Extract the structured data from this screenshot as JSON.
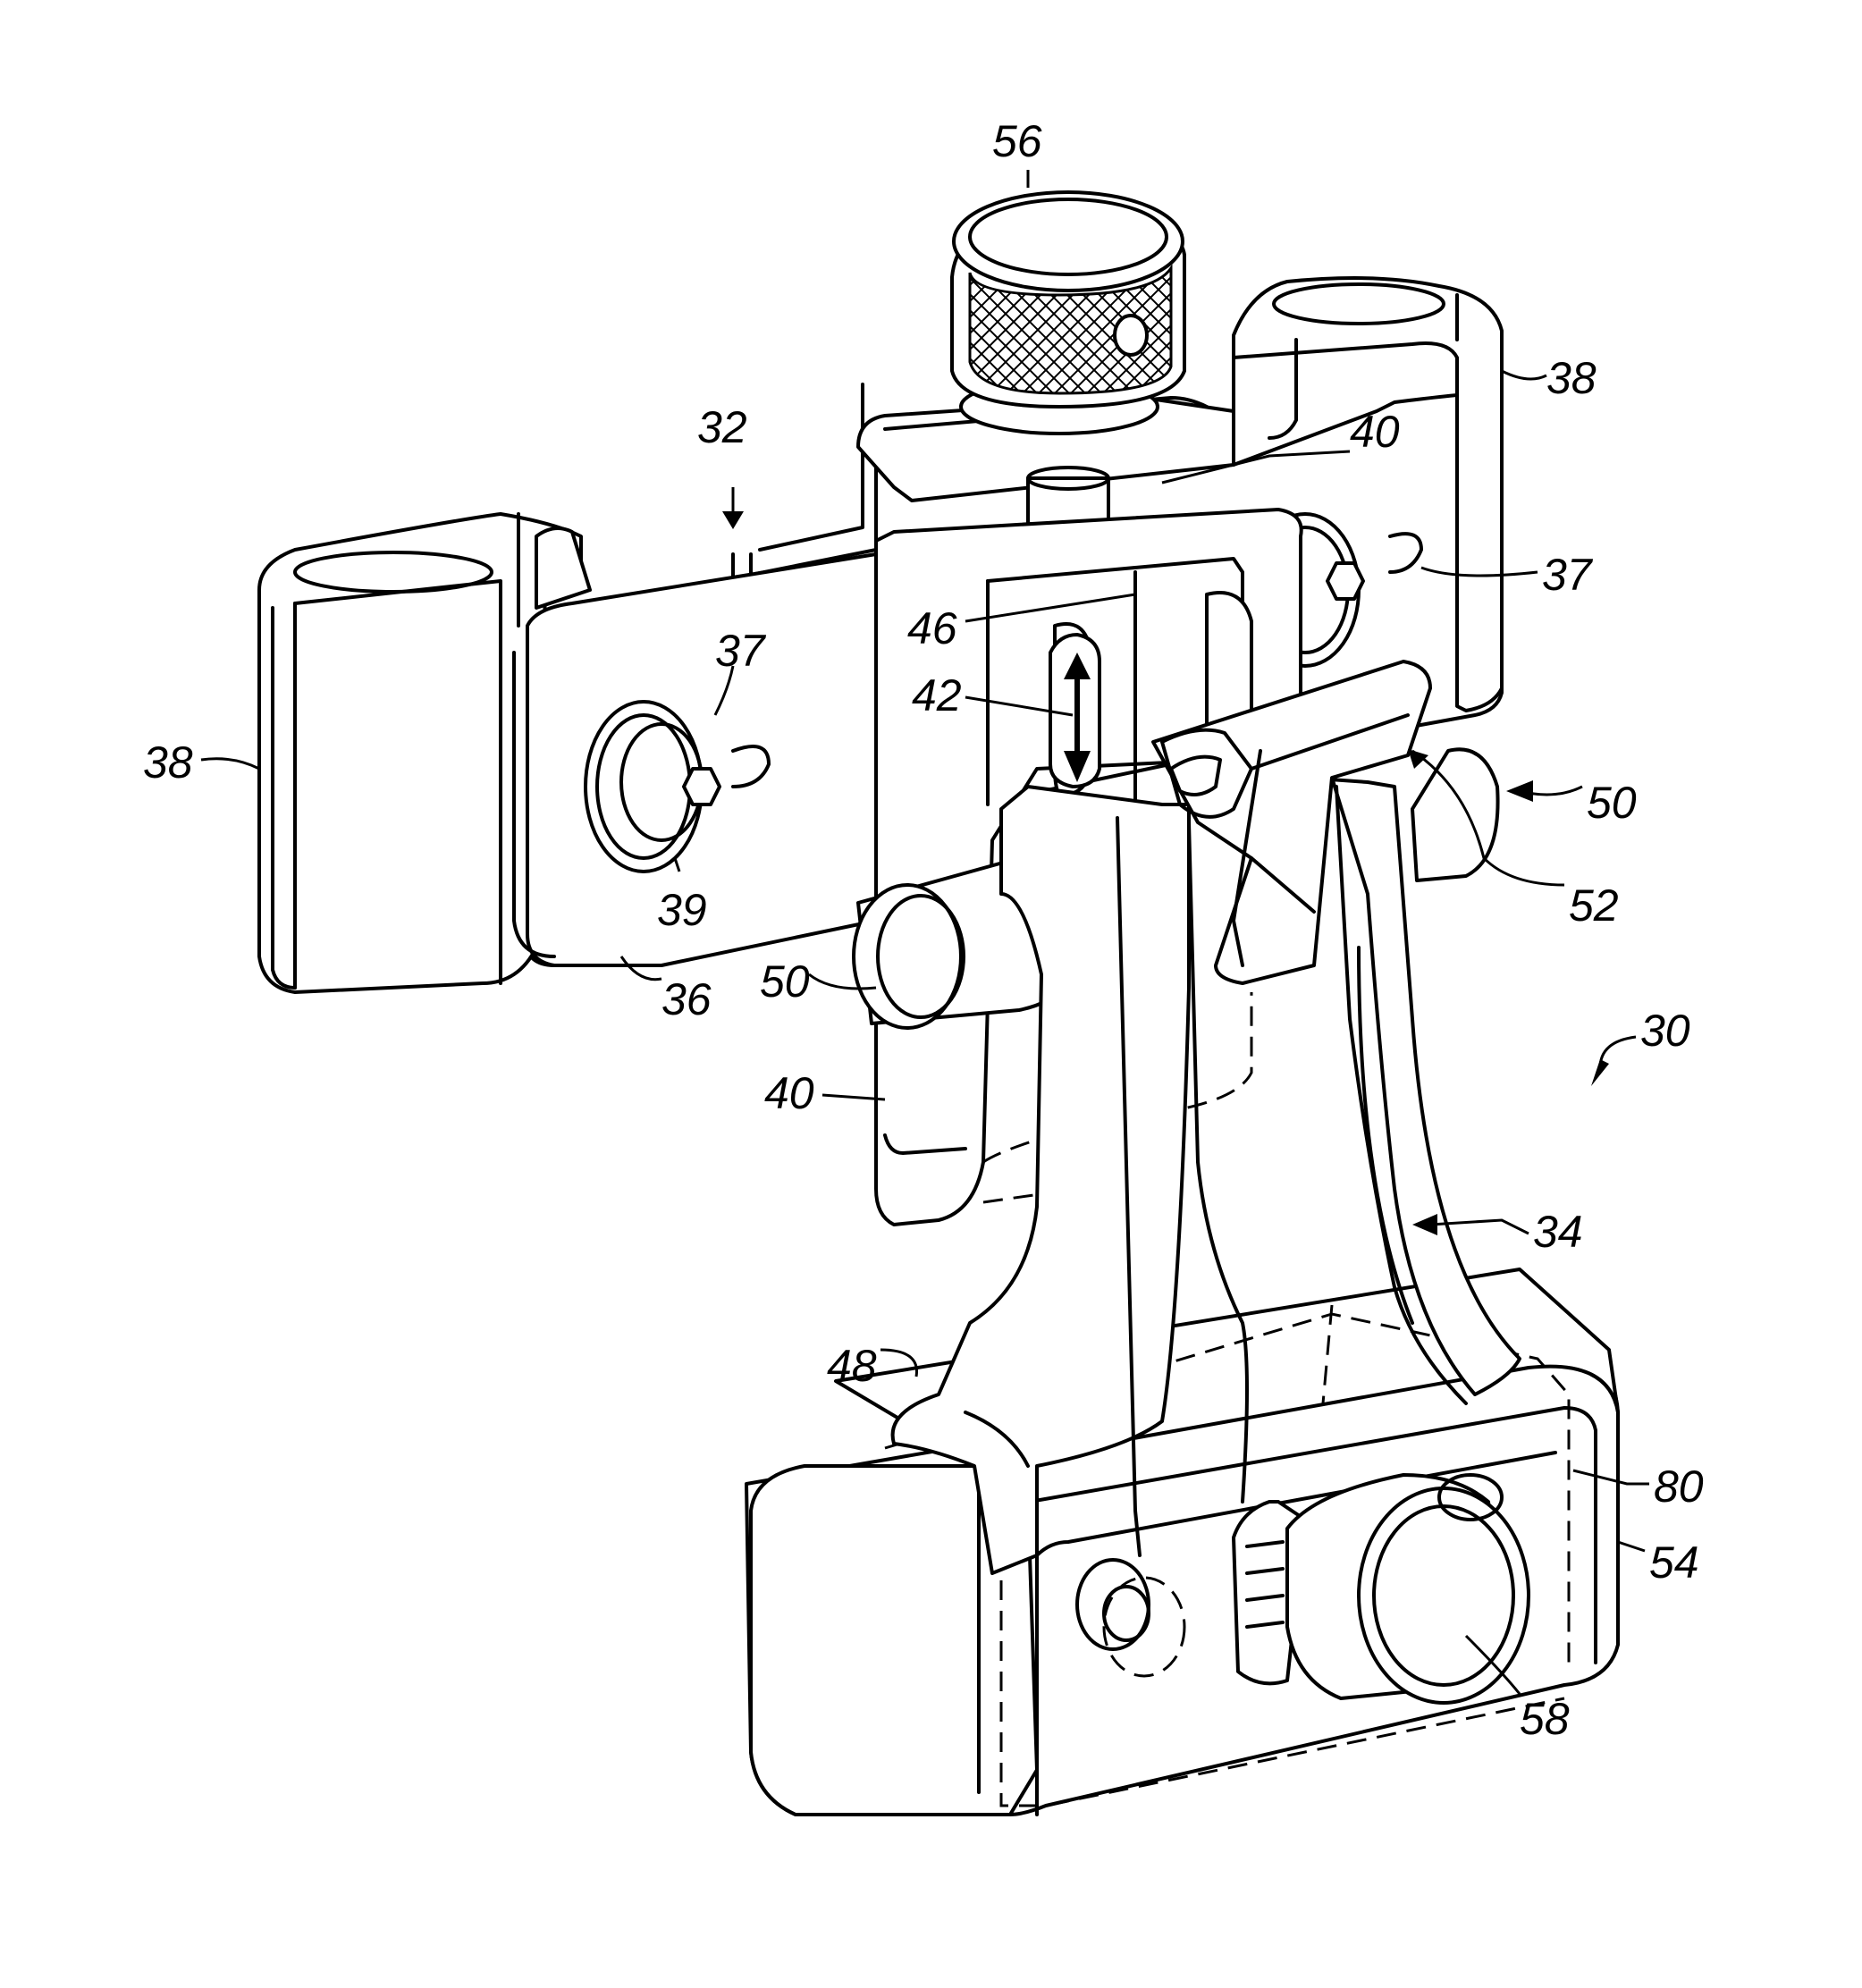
{
  "figure": {
    "reference_numerals": [
      {
        "id": "r56",
        "text": "56"
      },
      {
        "id": "r32",
        "text": "32"
      },
      {
        "id": "r40a",
        "text": "40"
      },
      {
        "id": "r38a",
        "text": "38"
      },
      {
        "id": "r37a",
        "text": "37"
      },
      {
        "id": "r46",
        "text": "46"
      },
      {
        "id": "r37b",
        "text": "37"
      },
      {
        "id": "r42",
        "text": "42"
      },
      {
        "id": "r38b",
        "text": "38"
      },
      {
        "id": "r50a",
        "text": "50"
      },
      {
        "id": "r52",
        "text": "52"
      },
      {
        "id": "r39",
        "text": "39"
      },
      {
        "id": "r50b",
        "text": "50"
      },
      {
        "id": "r36",
        "text": "36"
      },
      {
        "id": "r30",
        "text": "30"
      },
      {
        "id": "r40b",
        "text": "40"
      },
      {
        "id": "r34",
        "text": "34"
      },
      {
        "id": "r48",
        "text": "48"
      },
      {
        "id": "r80",
        "text": "80"
      },
      {
        "id": "r54",
        "text": "54"
      },
      {
        "id": "r58",
        "text": "58"
      }
    ]
  }
}
